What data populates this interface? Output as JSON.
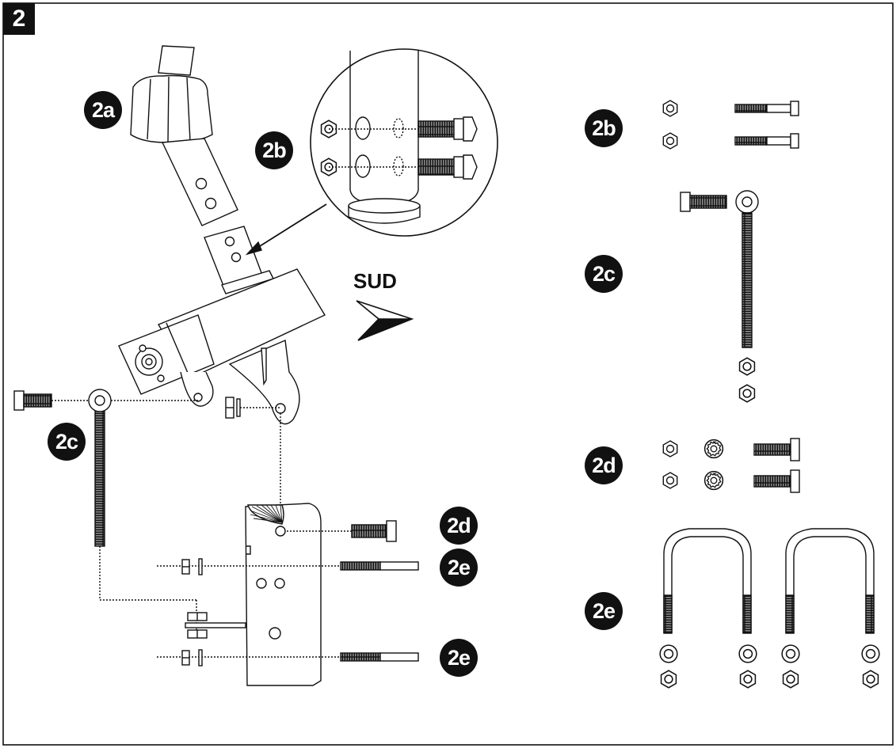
{
  "step_number": "2",
  "direction_label": "SUD",
  "labels": {
    "a": "2a",
    "b_detail": "2b",
    "b_parts": "2b",
    "c_assembly": "2c",
    "c_parts": "2c",
    "d_assembly": "2d",
    "d_parts": "2d",
    "e_assembly_upper": "2e",
    "e_assembly_lower": "2e",
    "e_parts": "2e"
  },
  "colors": {
    "ink": "#111111",
    "paper": "#ffffff"
  },
  "icons": [
    "hex-nut-icon",
    "hex-bolt-icon",
    "washer-icon",
    "lock-washer-icon",
    "eye-bolt-icon",
    "u-bolt-icon",
    "arrow-icon"
  ]
}
